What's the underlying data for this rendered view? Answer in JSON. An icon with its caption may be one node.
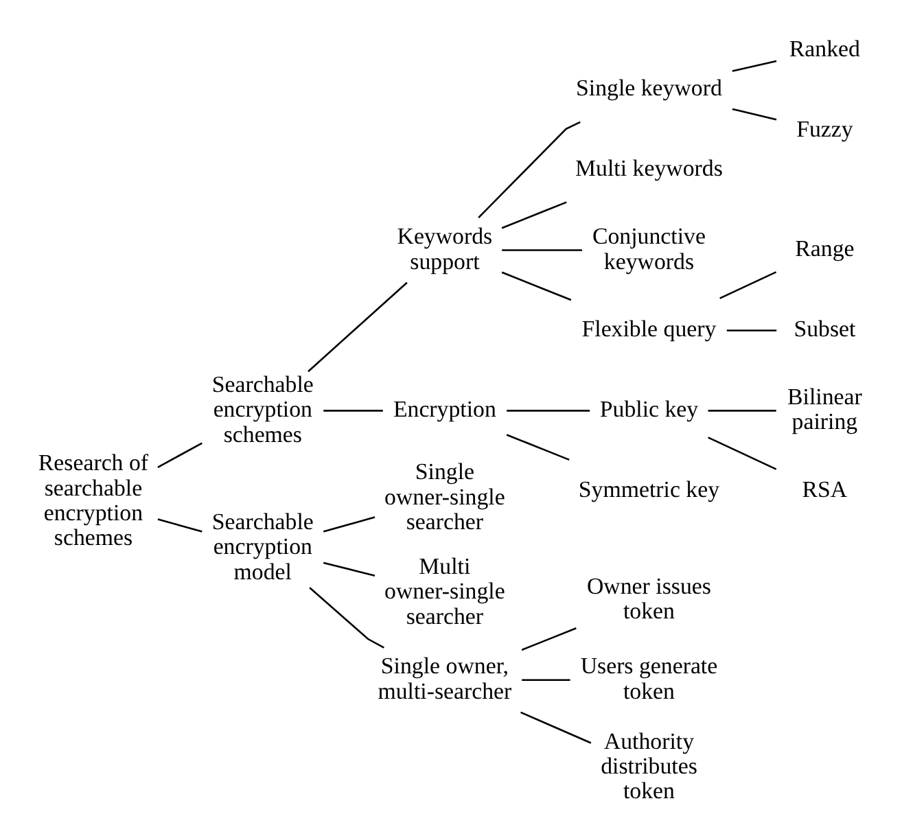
{
  "diagram": {
    "nodes": [
      {
        "text": [
          "Research of searchable encryption schemes"
        ]
      },
      {
        "text": [
          "Searchable encryption schemes"
        ]
      },
      {
        "text": [
          "Keywords support"
        ]
      },
      {
        "text": [
          "Single keyword"
        ]
      },
      {
        "text": [
          "Ranked"
        ]
      },
      {
        "text": [
          "Fuzzy"
        ]
      },
      {
        "text": [
          "Multi keywords"
        ]
      },
      {
        "text": [
          "Conjunctive keywords"
        ]
      },
      {
        "text": [
          "Flexible query"
        ]
      },
      {
        "text": [
          "Range"
        ]
      },
      {
        "text": [
          "Subset"
        ]
      },
      {
        "text": [
          "Encryption"
        ]
      },
      {
        "text": [
          "Public key"
        ]
      },
      {
        "text": [
          "Bilinear pairing"
        ]
      },
      {
        "text": [
          "RSA"
        ]
      },
      {
        "text": [
          "Symmetric key"
        ]
      },
      {
        "text": [
          "Searchable encryption model"
        ]
      },
      {
        "text": [
          "Single owner-single searcher"
        ]
      },
      {
        "text": [
          "Multi owner-single searcher"
        ]
      },
      {
        "text": [
          "Single owner, multi-searcher"
        ]
      },
      {
        "text": [
          "Owner issues token"
        ]
      },
      {
        "text": [
          "Users generate token"
        ]
      },
      {
        "text": [
          "Authority distributes token"
        ]
      }
    ],
    "edges": [
      {
        "from": 0,
        "to": 1,
        "arrow": "none"
      },
      {
        "from": 0,
        "to": 16,
        "arrow": "none"
      },
      {
        "from": 1,
        "to": 2,
        "arrow": "none"
      },
      {
        "from": 1,
        "to": 11,
        "arrow": "none"
      },
      {
        "from": 2,
        "to": 3,
        "arrow": "none"
      },
      {
        "from": 2,
        "to": 6,
        "arrow": "none"
      },
      {
        "from": 2,
        "to": 7,
        "arrow": "none"
      },
      {
        "from": 2,
        "to": 8,
        "arrow": "none"
      },
      {
        "from": 3,
        "to": 4,
        "arrow": "none"
      },
      {
        "from": 3,
        "to": 5,
        "arrow": "none"
      },
      {
        "from": 8,
        "to": 9,
        "arrow": "none"
      },
      {
        "from": 8,
        "to": 10,
        "arrow": "none"
      },
      {
        "from": 11,
        "to": 12,
        "arrow": "none"
      },
      {
        "from": 11,
        "to": 15,
        "arrow": "none"
      },
      {
        "from": 12,
        "to": 13,
        "arrow": "none"
      },
      {
        "from": 12,
        "to": 14,
        "arrow": "none"
      },
      {
        "from": 16,
        "to": 17,
        "arrow": "none"
      },
      {
        "from": 16,
        "to": 18,
        "arrow": "none"
      },
      {
        "from": 16,
        "to": 19,
        "arrow": "none"
      },
      {
        "from": 19,
        "to": 20,
        "arrow": "none"
      },
      {
        "from": 19,
        "to": 21,
        "arrow": "none"
      },
      {
        "from": 19,
        "to": 22,
        "arrow": "none"
      }
    ]
  }
}
